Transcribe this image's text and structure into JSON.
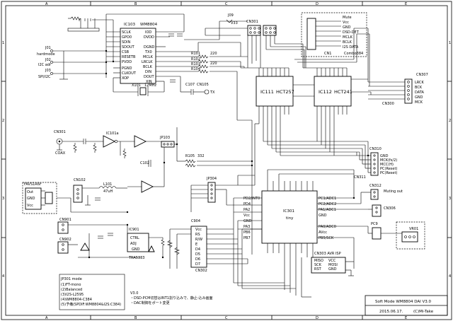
{
  "frame": {
    "cols": [
      "A",
      "B",
      "C",
      "D",
      "E"
    ],
    "rows": [
      "1",
      "2",
      "3",
      "4"
    ]
  },
  "title": {
    "name": "Soft Mode WM8804 DAI V3.0",
    "date": "2015.06.17.",
    "author": "(C)Mi-Take"
  },
  "ic103": {
    "ref": "IC103",
    "part": "WM8804",
    "left_pins": [
      "SCLK",
      "GPO0",
      "SDIN",
      "SDOUT",
      "CSB",
      "RESETB",
      "PVDD",
      "PGND",
      "CLKOUT",
      "XOP"
    ],
    "right_pins": [
      "IOD",
      "DVDD",
      "DGND",
      "TX0",
      "MCLK",
      "LRCLK",
      "BCLK",
      "DIN",
      "DOUT",
      "XIN"
    ]
  },
  "jumper_inputs": [
    {
      "ref": "J01",
      "label": "hardmode"
    },
    {
      "ref": "J02",
      "label": "I2C adr"
    },
    {
      "ref": "J03",
      "label": "SPI/I2C"
    }
  ],
  "crystal": {
    "ref": "X101",
    "label": "12MHz"
  },
  "ic111": {
    "ref": "IC111",
    "part": "HCT257"
  },
  "ic112": {
    "ref": "IC112",
    "part": "HCT241"
  },
  "cn301": {
    "ref": "CN301"
  },
  "j09": {
    "ref": "J09",
    "label": "V33"
  },
  "cn1": {
    "ref": "CN1",
    "caption": "Combo384",
    "pins": [
      "Mute",
      "Vcc",
      "GND",
      "DSD-DET",
      "MCLK",
      "BCLK",
      "I2S DATA"
    ]
  },
  "cn307": {
    "ref": "CN307",
    "pins": [
      "LRCK",
      "BCK",
      "DATA",
      "GND",
      "MCK"
    ]
  },
  "cn300": {
    "ref": "CN300"
  },
  "resistors_mid": [
    "R101",
    "R102",
    "R103",
    "R104"
  ],
  "r_values": [
    "220",
    "220"
  ],
  "ic105": {
    "ref": "CN105",
    "label": "TX"
  },
  "c107": {
    "ref": "C107"
  },
  "coax": {
    "ref": "CN301",
    "label": "COAX"
  },
  "ic101": {
    "ref": "IC101a"
  },
  "jp103": {
    "ref": "JP103"
  },
  "r105": {
    "ref": "R105",
    "value": "332"
  },
  "fav": {
    "ref": "FAVS1R6F",
    "pins": [
      "Out",
      "GND",
      "Vcc"
    ]
  },
  "cn102": {
    "ref": "CN102"
  },
  "l101": {
    "ref": "L101",
    "value": "47uH"
  },
  "c102": {
    "ref": "C102"
  },
  "cn310": {
    "ref": "CN310",
    "pins": [
      "GND",
      "MCK(fs/2)",
      "MCC(H)",
      "PC(Reset)",
      "PC(Reset)"
    ]
  },
  "cn311": {
    "ref": "CN311"
  },
  "jp304": {
    "ref": "JP304"
  },
  "ic301": {
    "ref": "IC301",
    "part": "tiny",
    "left_pins": [
      "PD2/INT0",
      "PD4",
      "PA2",
      "Vcc",
      "GND",
      "PA3",
      "PB6",
      "PB7"
    ],
    "right_pins": [
      "PC1/ADC1",
      "PC2/ADC2",
      "PA1/ADC1",
      "GND",
      "PA0/ADC0",
      "AVcc",
      "PB5/SCK"
    ]
  },
  "cn312": {
    "ref": "CN312",
    "label": "Muting out"
  },
  "cn306": {
    "ref": "CN306"
  },
  "pc9": {
    "ref": "PC9"
  },
  "vr01": {
    "ref": "VR01"
  },
  "cn901": {
    "ref": "CN901"
  },
  "cn902": {
    "ref": "CN902"
  },
  "ic901": {
    "ref": "IC901",
    "part": "TRA5333",
    "pins": [
      "CTRL",
      "ADJ",
      "GND"
    ]
  },
  "c904": {
    "ref": "C904"
  },
  "cn302": {
    "ref": "CN302",
    "pins": [
      "Vcc",
      "RS",
      "R/W",
      "E",
      "D4",
      "D5",
      "D6",
      "D7"
    ]
  },
  "avr_isp": {
    "ref": "CN303 AVR ISP",
    "left_pins": [
      "MISO",
      "SCK",
      "RST"
    ],
    "right_pins": [
      "VCC",
      "MOSI",
      "GND"
    ]
  },
  "jp301_notes": {
    "header": "JP301 mode",
    "lines": [
      "(1)FT-mono",
      "(2)Balanced",
      "(3)I2S-L2595",
      "(4)WM8804-C384",
      "(5)予備(SPDIF:WM8804&I2S:C384)"
    ]
  },
  "v30_notes": {
    "header": "V3.0",
    "lines": [
      "・DSD-PCM切替はINT1割り込みで、静止-込み画面",
      "・DAC制御をポート変更"
    ]
  }
}
